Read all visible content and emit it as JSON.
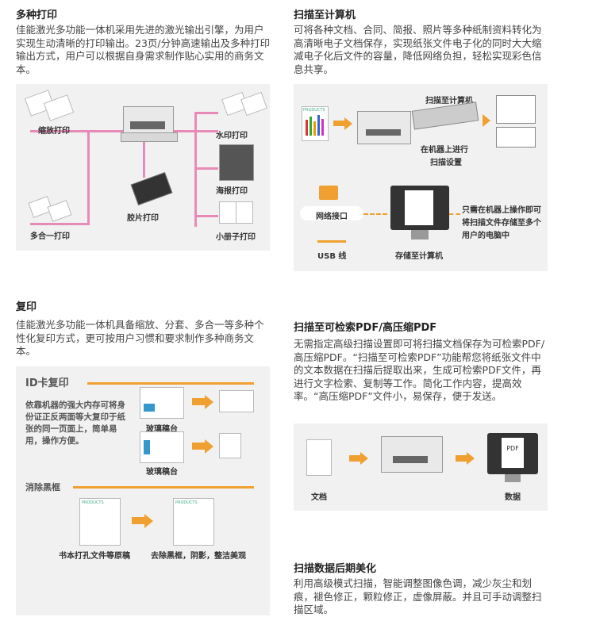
{
  "s1": {
    "title": "多种打印",
    "text": "佳能激光多功能一体机采用先进的激光输出引擎，为用户实现生动清晰的打印输出。23页/分钟高速输出及多种打印输出方式，用户可以根据自身需求制作贴心实用的商务文本。",
    "labels": {
      "zoom": "缩放打印",
      "multi": "多合一打印",
      "film": "胶片打印",
      "watermark": "水印打印",
      "poster": "海报打印",
      "booklet": "小册子打印"
    }
  },
  "s2": {
    "title": "扫描至计算机",
    "text": "可将各种文档、合同、简报、照片等多种纸制资料转化为高清晰电子文档保存，实现纸张文件电子化的同时大大缩减电子化后文件的容量，降低网络负担，轻松实现彩色信息共享。",
    "labels": {
      "products": "PRODUCTS",
      "scan_to_pc": "扫描至计算机",
      "setting1": "在机器上进行",
      "setting2": "扫描设置",
      "network": "网络接口",
      "usb": "USB 线",
      "save": "存储至计算机",
      "note1": "只需在机器上操作即可",
      "note2": "将扫描文件存储至多个",
      "note3": "用户的电脑中"
    }
  },
  "s3": {
    "title": "复印",
    "text": "佳能激光多功能一体机具备缩放、分套、多合一等多种个性化复印方式，更可按用户习惯和要求制作多种商务文本。",
    "labels": {
      "id_title": "ID卡复印",
      "id_desc": "依靠机器的强大内存可将身份证正反两面等大复印于纸张的同一页面上，简单易用，操作方便。",
      "glass1": "玻璃稿台",
      "glass2": "玻璃稿台",
      "erase_title": "消除黑框",
      "erase_src": "书本打孔文件等原稿",
      "erase_res": "去除黑框，阴影，整洁美观",
      "products1": "PRODUCTS",
      "products2": "PRODUCTS"
    }
  },
  "s4": {
    "title": "扫描至可检索PDF/高压缩PDF",
    "text": "无需指定高级扫描设置即可将扫描文档保存为可检索PDF/高压缩PDF。“扫描至可检索PDF”功能帮您将纸张文件中的文本数据在扫描后提取出来，生成可检索PDF文件，再进行文字检索、复制等工作。简化工作内容，提高效率。“高压缩PDF”文件小，易保存，便于发送。",
    "labels": {
      "doc": "文档",
      "data": "数据",
      "pdf": "PDF"
    }
  },
  "s5": {
    "title": "扫描数据后期美化",
    "text": "利用高级模式扫描，智能调整图像色调，减少灰尘和划痕，褪色修正，颗粒修正，虚像屏蔽。并且可手动调整扫描区域。"
  },
  "colors": {
    "pink": "#e88ab8",
    "orange": "#f0a030",
    "panel": "#f1f1f1"
  }
}
